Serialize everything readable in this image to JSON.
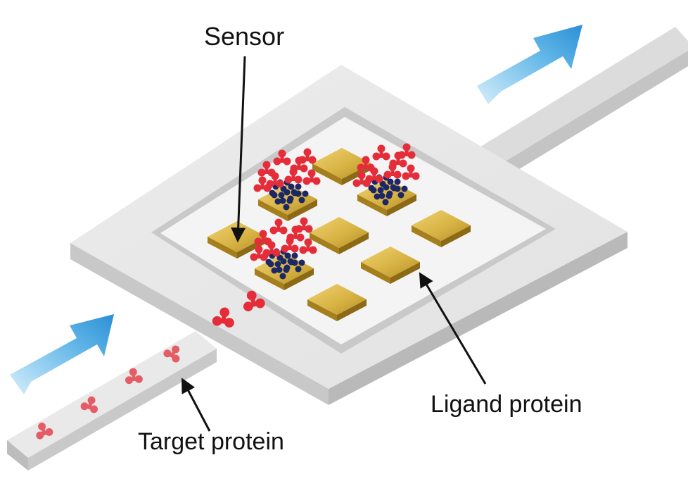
{
  "labels": {
    "sensor": "Sensor",
    "ligand": "Ligand protein",
    "target": "Target protein"
  },
  "colors": {
    "device_top": "#e6e6e6",
    "device_side": "#c6c6c6",
    "chamber_floor": "#f3f3f3",
    "gold": "#d2b041",
    "target_protein": "#e52d3a",
    "ligand_protein": "#1c2766",
    "flow_arrow": "#3f9edc"
  },
  "icons": {
    "inlet_arrow": "flow-arrow-icon",
    "outlet_arrow": "flow-arrow-icon"
  }
}
